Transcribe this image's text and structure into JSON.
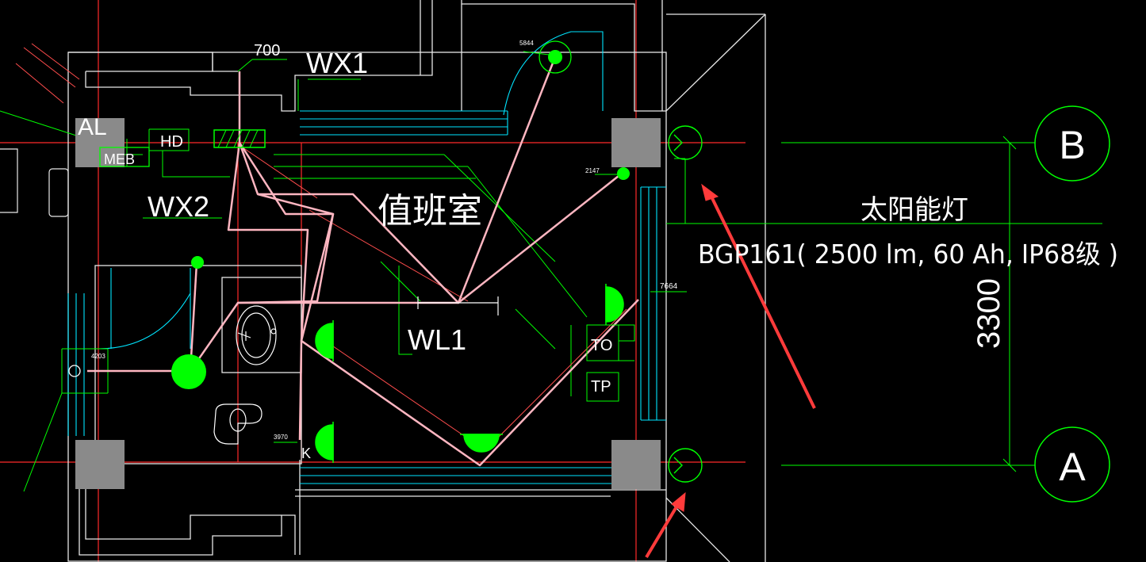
{
  "colors": {
    "background": "#000000",
    "wall": "#ffffff",
    "axis": "#ff2a2a",
    "wire": "#ffb6c1",
    "lamp": "#00ff00",
    "aux": "#00ff00",
    "cyan": "#00e5ff",
    "column": "#8a8a8a",
    "arrow": "#ff3b3b"
  },
  "labels": {
    "room": "值班室",
    "circuit_wx1": "WX1",
    "circuit_wx2": "WX2",
    "circuit_wl1": "WL1",
    "dim_700": "700",
    "panel_al": "AL",
    "panel_meb": "MEB",
    "box_hd": "HD",
    "socket_to": "TO",
    "socket_tp": "TP",
    "switch_k": "K",
    "solar_lamp_title": "太阳能灯",
    "solar_lamp_spec": "BGP161( 2500 lm, 60 Ah,  IP68级 )",
    "dimension_3300": "3300",
    "axis_b": "B",
    "axis_a": "A"
  },
  "small_tags": {
    "t5844": "5844",
    "t2147": "2147",
    "t7664": "7664",
    "t4203": "4203",
    "t3970": "3970"
  },
  "icons": [
    "lamp-icon",
    "wall-lamp-icon",
    "solar-lamp-icon",
    "column-icon",
    "toilet-icon",
    "washbasin-icon",
    "arrow-icon"
  ]
}
